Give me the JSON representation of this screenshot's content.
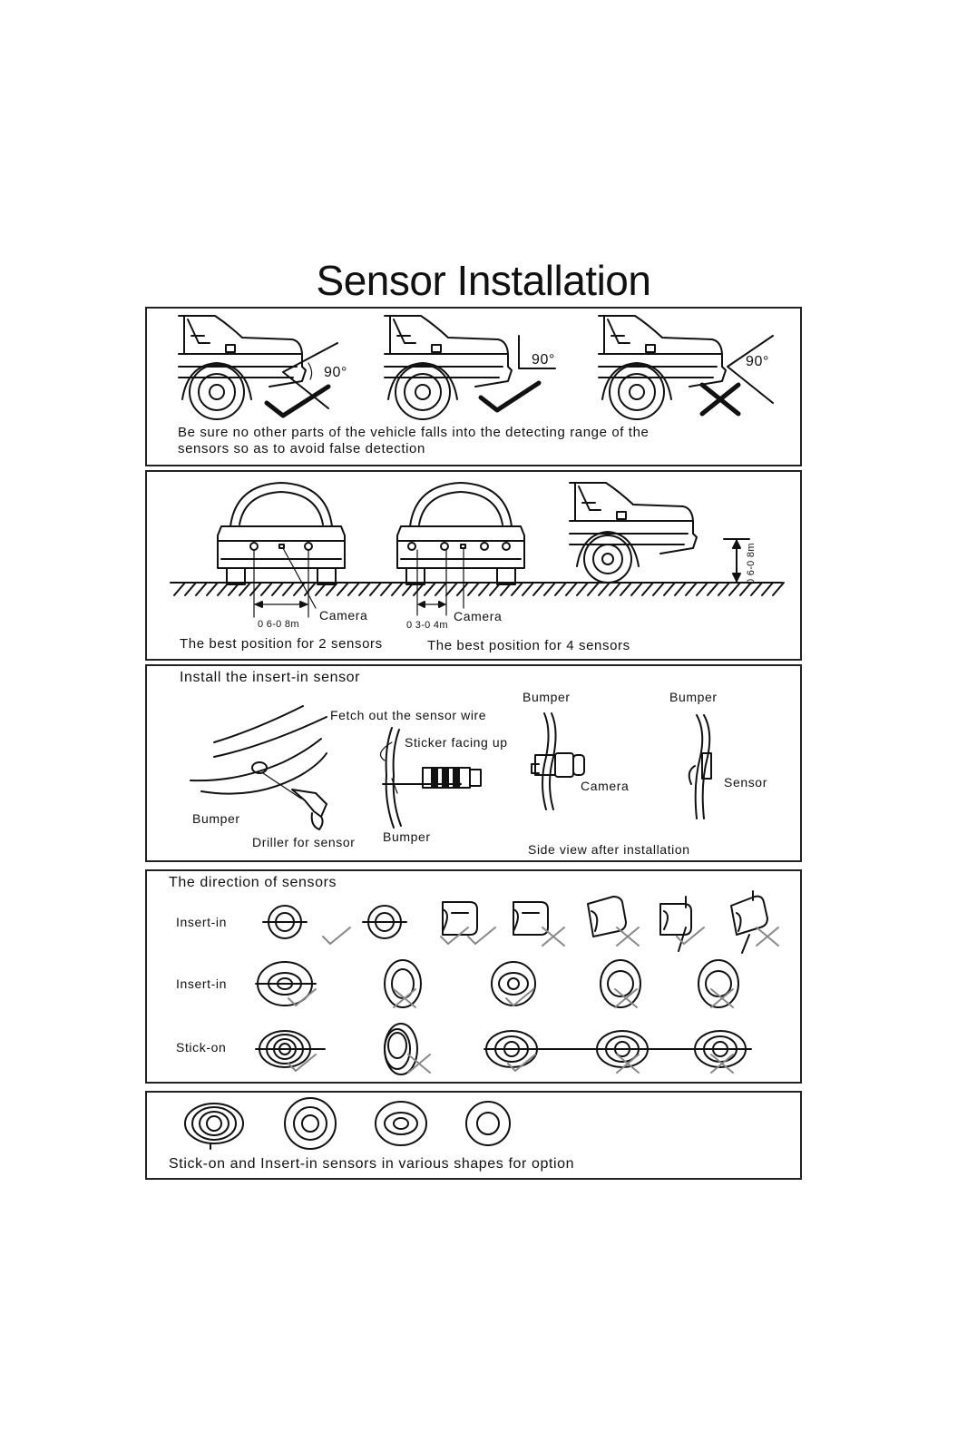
{
  "title": "Sensor Installation",
  "panel1": {
    "angle_labels": [
      "90°",
      "90°",
      "90°"
    ],
    "caption_line1": "Be sure no other parts of the vehicle falls into the detecting range of the",
    "caption_line2": "sensors so as to avoid false detection",
    "marks": [
      "check",
      "check",
      "cross"
    ]
  },
  "panel2": {
    "camera_left": "Camera",
    "camera_right": "Camera",
    "spacing_2": "0 6-0 8m",
    "spacing_4": "0 3-0 4m",
    "height": "0 6-0 8m",
    "caption_2": "The best position for 2 sensors",
    "caption_4": "The best position for 4 sensors"
  },
  "panel3": {
    "heading": "Install the insert-in sensor",
    "fetch_wire": "Fetch out the sensor wire",
    "sticker": "Sticker facing up",
    "bumper_left": "Bumper",
    "driller": "Driller for sensor",
    "bumper_mid": "Bumper",
    "bumper_side1": "Bumper",
    "bumper_side2": "Bumper",
    "camera": "Camera",
    "sensor": "Sensor",
    "side_view": "Side view after installation"
  },
  "panel4": {
    "heading": "The direction of sensors",
    "rows": [
      {
        "label": "Insert-in",
        "marks": [
          "check",
          "check",
          "check",
          "cross",
          "cross",
          "check",
          "cross"
        ]
      },
      {
        "label": "Insert-in",
        "marks": [
          "check",
          "cross",
          "check",
          "cross",
          "cross"
        ]
      },
      {
        "label": "Stick-on",
        "marks": [
          "check",
          "cross",
          "check",
          "cross",
          "cross"
        ]
      }
    ]
  },
  "panel5": {
    "caption": "Stick-on and Insert-in sensors in various shapes for option"
  }
}
